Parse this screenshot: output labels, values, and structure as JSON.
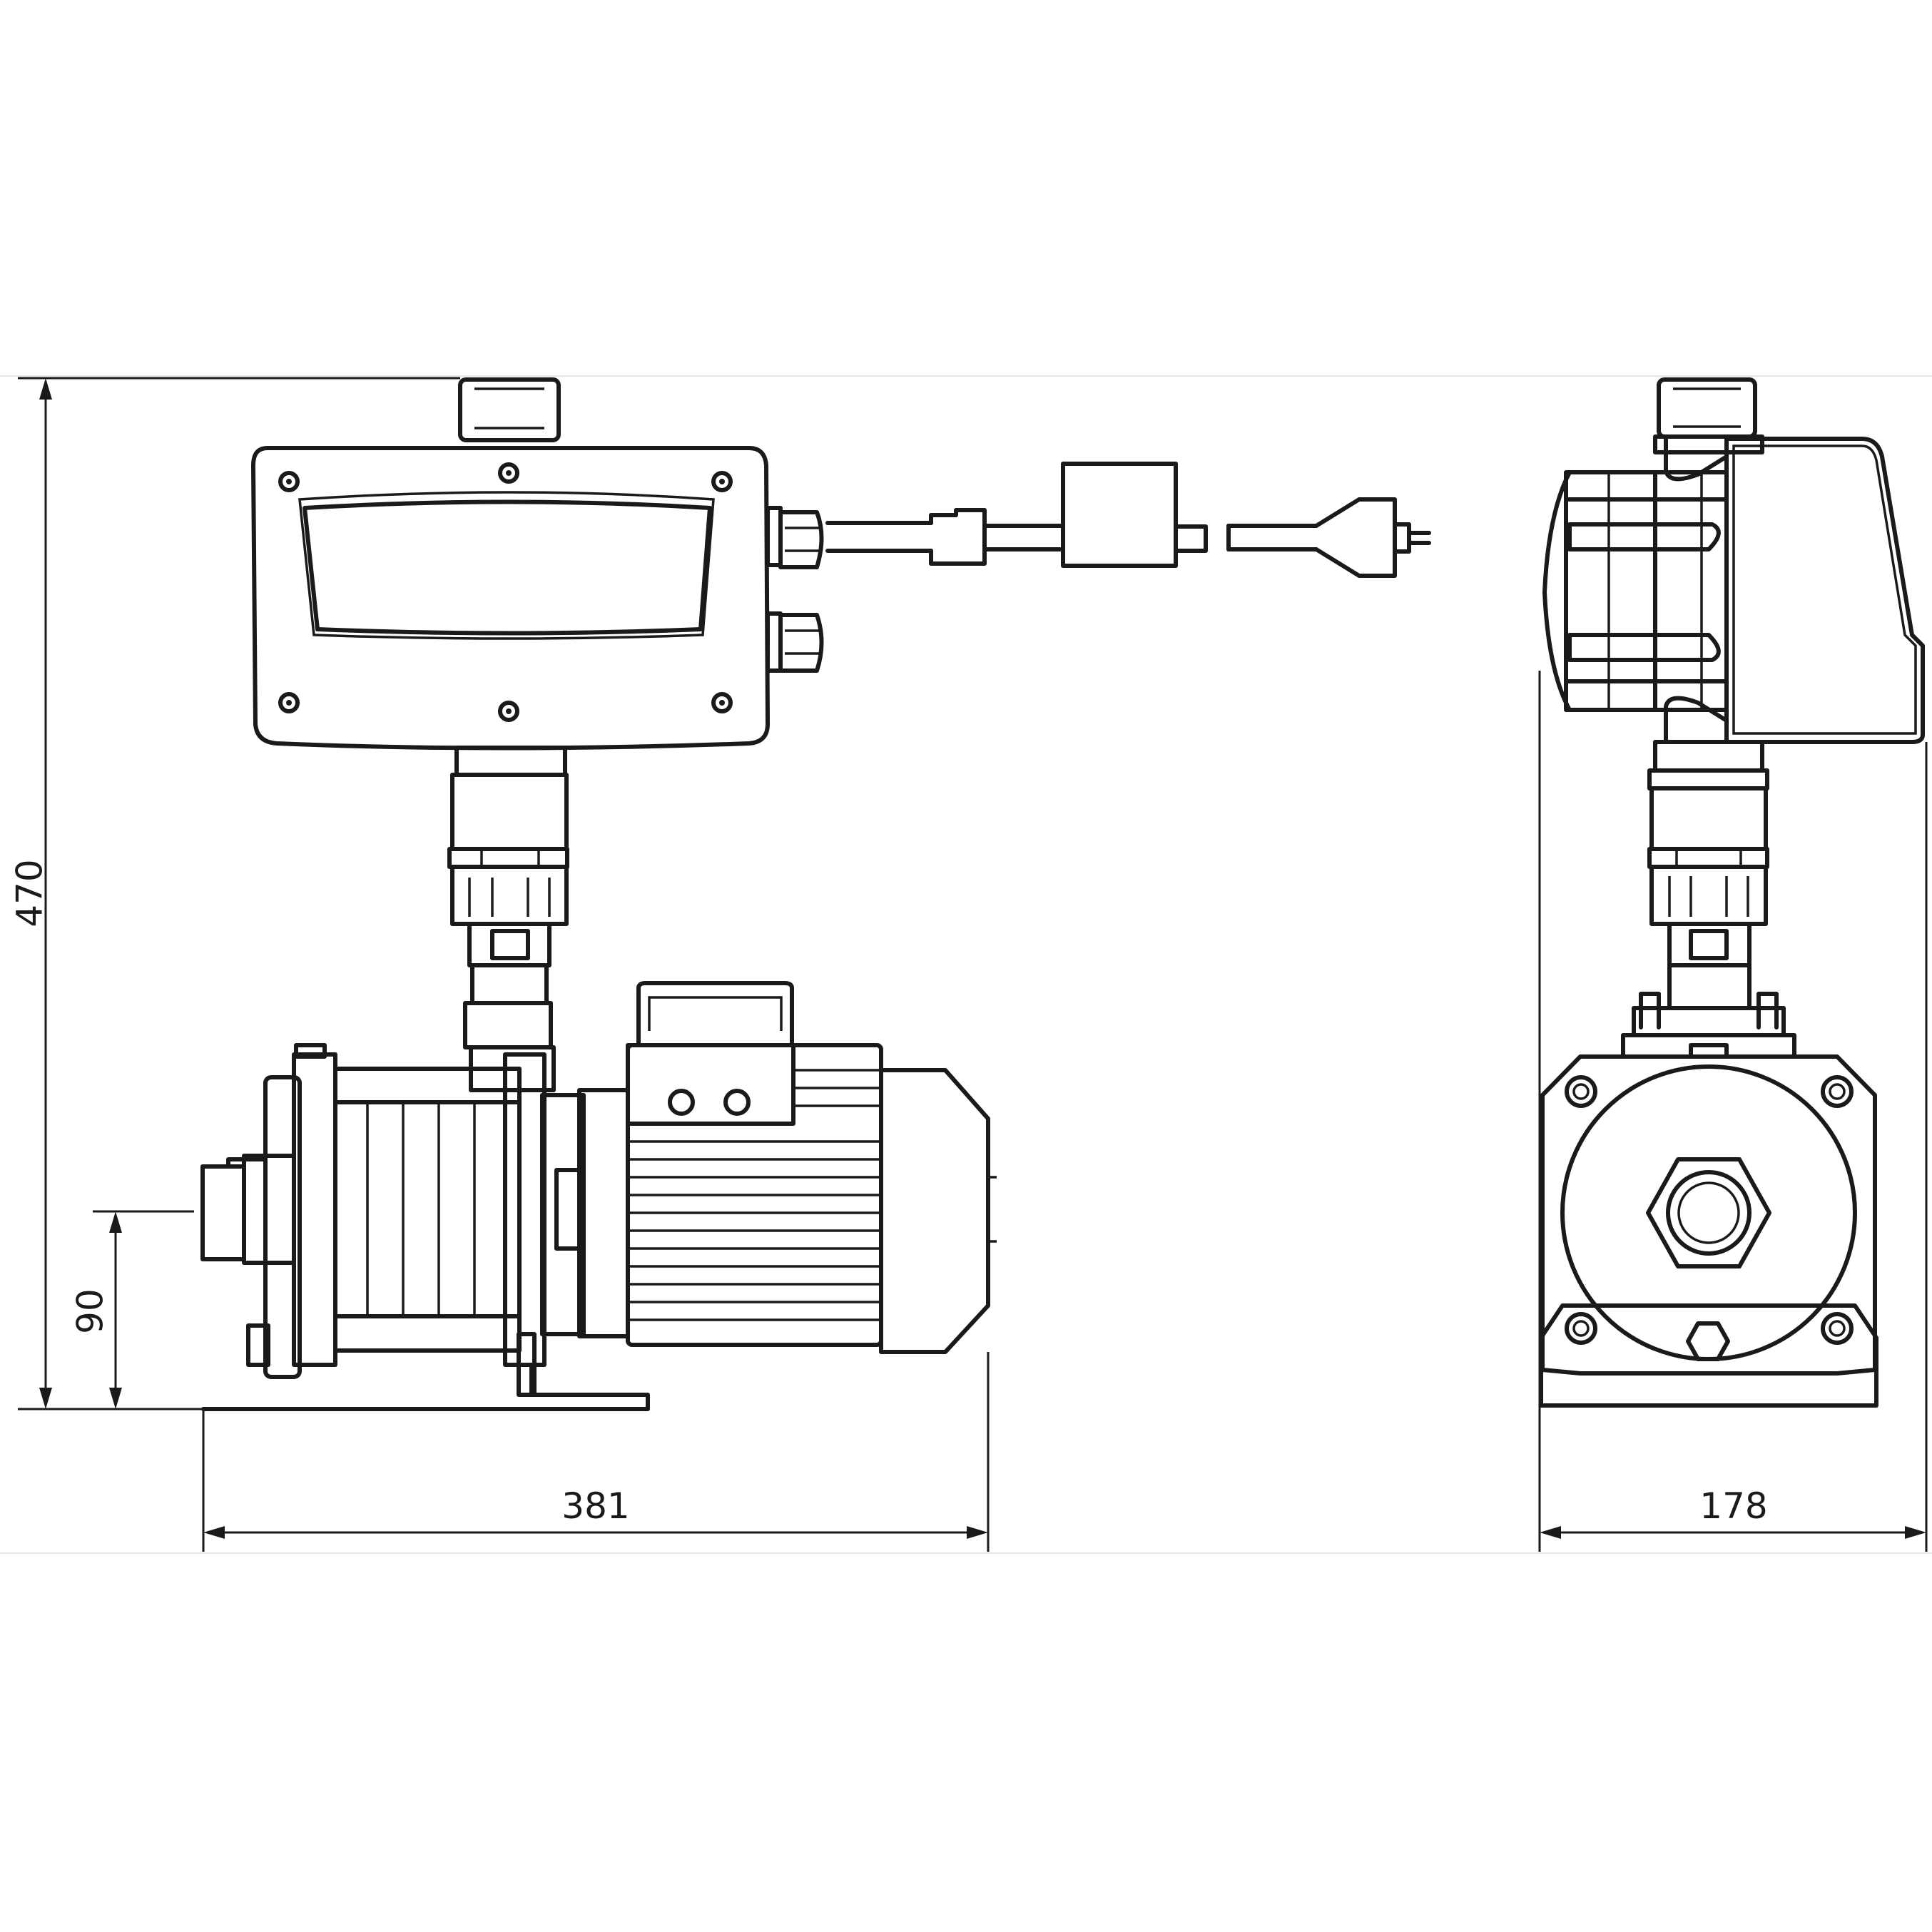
{
  "dimensions": {
    "overall_height": "470",
    "inlet_height": "90",
    "front_length": "381",
    "side_width": "178"
  }
}
